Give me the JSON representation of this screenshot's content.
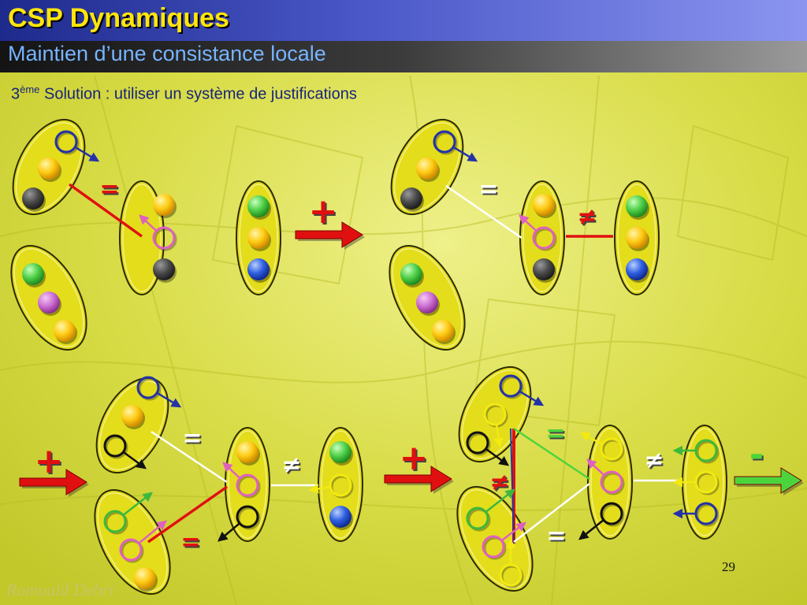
{
  "slide": {
    "title": "CSP Dynamiques",
    "subtitle": "Maintien d’une consistance locale",
    "solution_number": "3",
    "solution_superscript": "ème",
    "solution_text": " Solution : utiliser un système de justifications",
    "page_number": "29",
    "author": "Romuald Debri"
  },
  "symbols": {
    "plus": "+",
    "minus": "-",
    "equal": "=",
    "not_equal": "≠"
  },
  "colors": {
    "yellow": "#ffd21a",
    "dark": "#4a4a4a",
    "green": "#5fd05a",
    "pink": "#d77ad8",
    "blue": "#2f5fe0",
    "ring_blue": "#2432a8",
    "ring_pink": "#e060c0",
    "ring_yellow": "#f2ea10",
    "ring_black": "#111111",
    "ring_green": "#3cb83c",
    "red": "#e01010",
    "arrow_green": "#4cd43c",
    "ellipse_fill": "#e3dd1c",
    "ellipse_stroke": "#2a2a00"
  }
}
